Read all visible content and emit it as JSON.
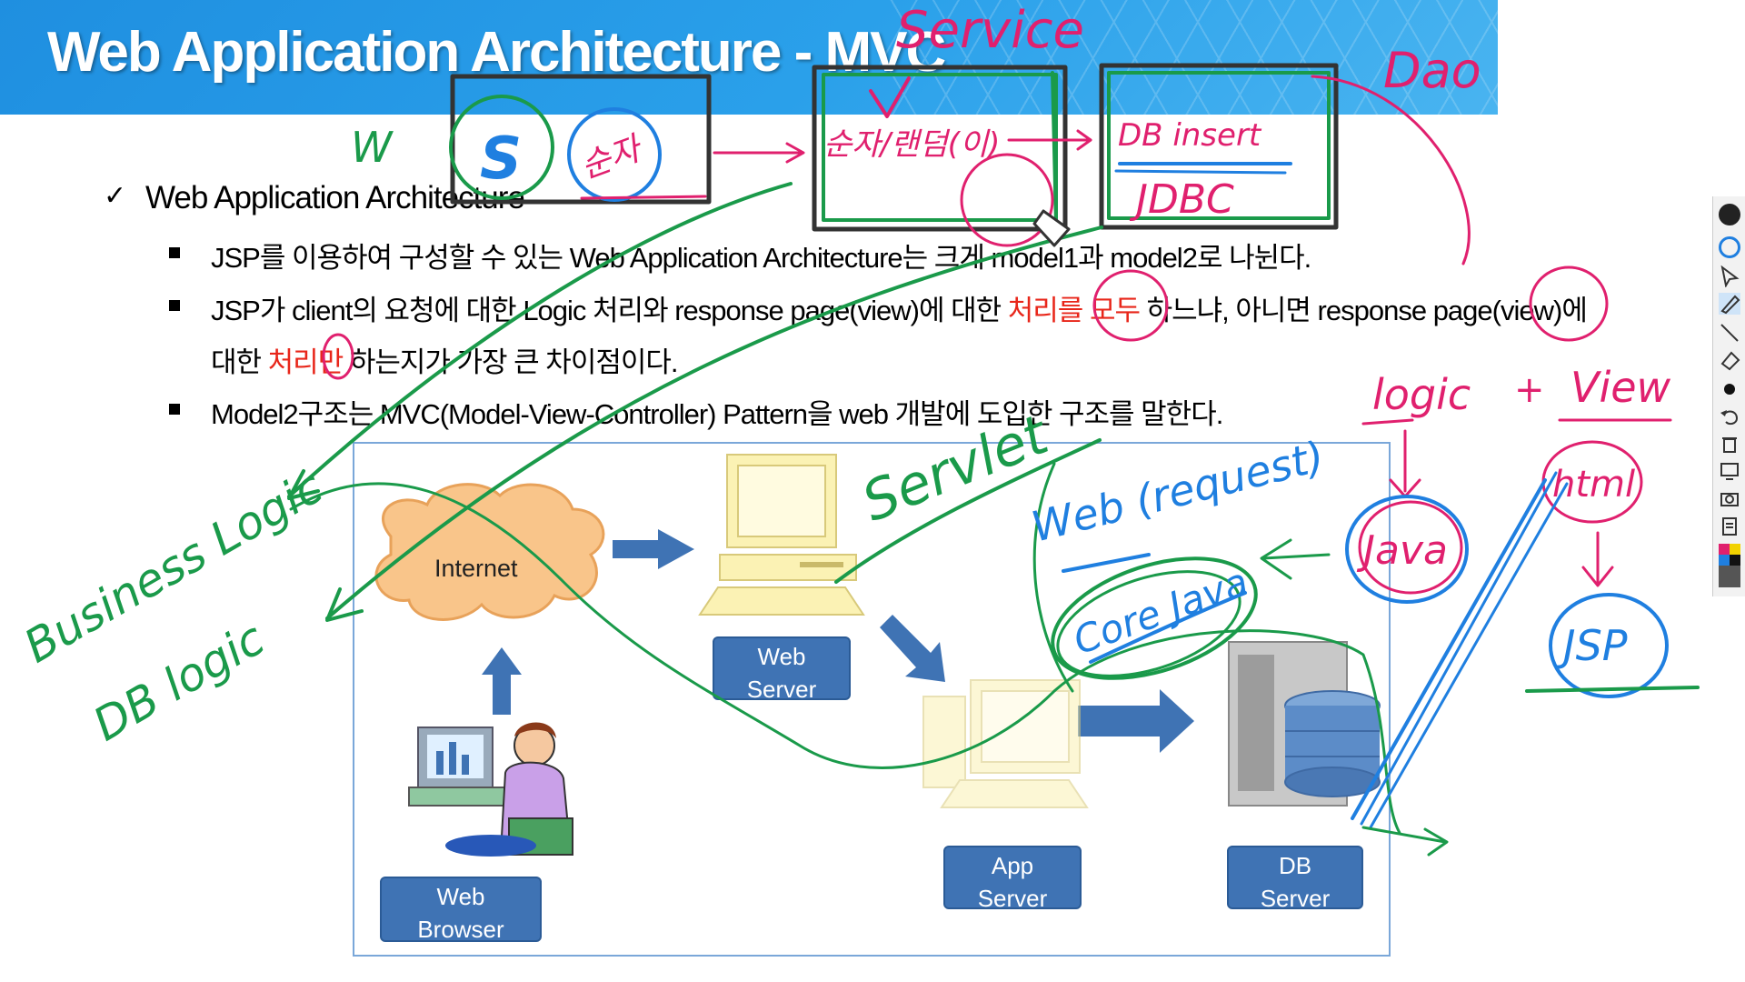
{
  "slide": {
    "title": "Web Application Architecture - MVC",
    "check_mark": "✓",
    "heading": "Web Application Architecture",
    "bullets": {
      "b1": "JSP를 이용하여 구성할 수 있는 Web Application Architecture는 크게 model1과 model2로 나뉜다.",
      "b2_pre": "JSP가 client의 요청에 대한 Logic 처리와 response page(view)에 대한 ",
      "b2_red": "처리를 모두",
      "b2_post": " 하느냐, 아니면 response page(view)에",
      "b2_line2_pre": "대한 ",
      "b2_line2_red": "처리만",
      "b2_line2_post": " 하는지가 가장 큰 차이점이다.",
      "b3": "Model2구조는 MVC(Model-View-Controller) Pattern을 web 개발에 도입한 구조를 말한다."
    }
  },
  "diagram": {
    "internet": "Internet",
    "web_server": [
      "Web",
      "Server"
    ],
    "app_server": [
      "App",
      "Server"
    ],
    "db_server": [
      "DB",
      "Server"
    ],
    "web_browser": [
      "Web",
      "Browser"
    ]
  },
  "annotations": {
    "service": "Service",
    "dao": "Dao",
    "s_letter": "S",
    "w_letter": "W",
    "soonja": "순자",
    "soonja_random": "순자/랜덤(이)",
    "db_insert": "DB insert",
    "jdbc": "JDBC",
    "business_logic": "Business Logic",
    "db_logic": "DB logic",
    "servlet": "Servlet",
    "web_request": "Web (request)",
    "core_java": "Core Java",
    "logic": "logic",
    "plus": "+",
    "view": "View",
    "html": "html",
    "java": "Java",
    "jsp": "JSP"
  },
  "colors": {
    "banner": "#2a9be6",
    "ink_green": "#1a9a4a",
    "ink_pink": "#e0206e",
    "ink_blue": "#1f7fe0",
    "box_blue": "#3f73b4",
    "emphasis_red": "#e8261a"
  },
  "toolbar": {
    "tools": [
      "pin-icon",
      "eye-icon",
      "select-icon",
      "pen-icon",
      "line-icon",
      "eraser-icon",
      "dot-icon",
      "undo-icon",
      "trash-icon",
      "screen-icon",
      "camera-icon",
      "clipboard-icon",
      "color-palette-icon"
    ]
  }
}
